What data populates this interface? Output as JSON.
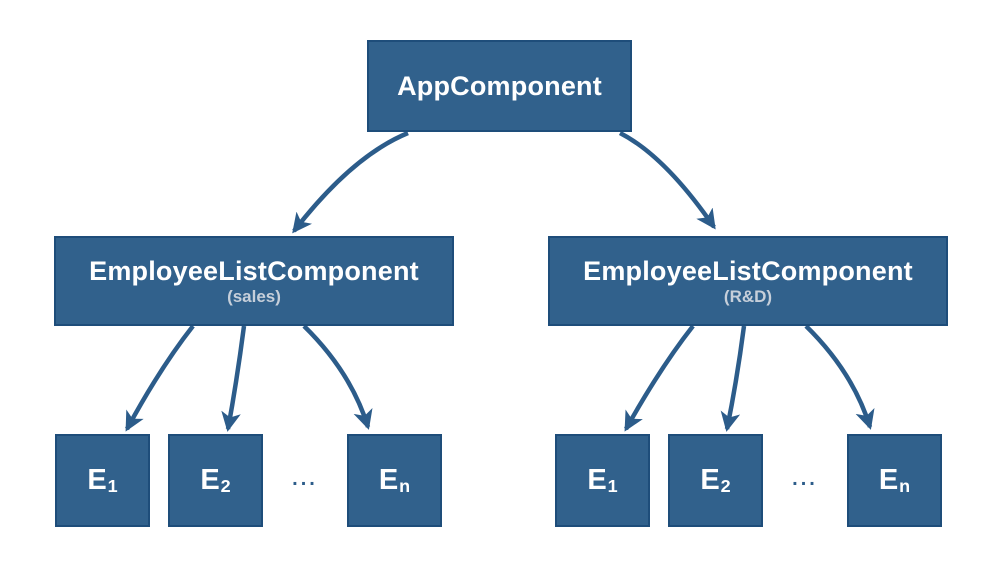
{
  "diagram": {
    "type": "component-tree",
    "colors": {
      "background": "#FFFFFF",
      "box_fill": "#31618C",
      "box_border": "#1E4D7A",
      "arrow": "#2C5C8A",
      "title_text": "#FFFFFF",
      "subtitle_text": "#C6CFDA"
    },
    "root": {
      "label": "AppComponent"
    },
    "branches": [
      {
        "label": "EmployeeListComponent",
        "sublabel": "(sales)",
        "ellipsis": "...",
        "children": [
          {
            "base": "E",
            "sub": "1"
          },
          {
            "base": "E",
            "sub": "2"
          },
          {
            "base": "E",
            "sub": "n"
          }
        ]
      },
      {
        "label": "EmployeeListComponent",
        "sublabel": "(R&D)",
        "ellipsis": "...",
        "children": [
          {
            "base": "E",
            "sub": "1"
          },
          {
            "base": "E",
            "sub": "2"
          },
          {
            "base": "E",
            "sub": "n"
          }
        ]
      }
    ]
  }
}
